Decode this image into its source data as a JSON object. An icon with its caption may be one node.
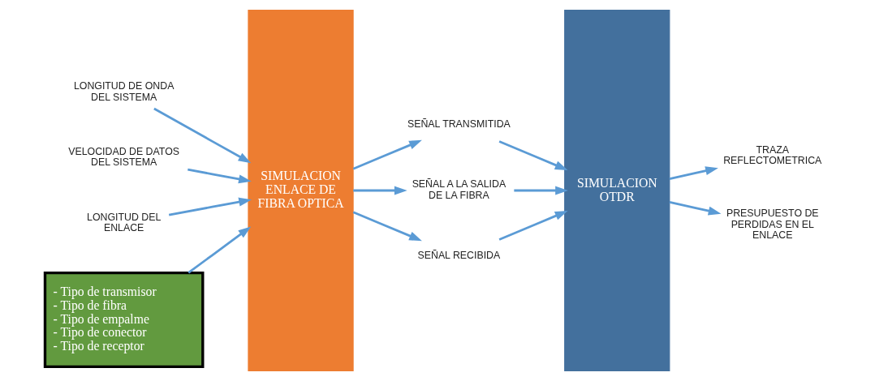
{
  "diagram": {
    "nodes": [
      {
        "text": [
          "LONGITUD DE ONDA DEL SISTEMA"
        ]
      },
      {
        "text": [
          "VELOCIDAD DE DATOS DEL SISTEMA"
        ]
      },
      {
        "text": [
          "LONGITUD DEL ENLACE"
        ]
      },
      {
        "text": [
          "- Tipo de transmisor",
          "- Tipo de fibra",
          "- Tipo de empalme",
          "- Tipo de conector",
          "- Tipo de receptor"
        ]
      },
      {
        "text": [
          "SIMULACION ENLACE DE FIBRA OPTICA"
        ]
      },
      {
        "text": [
          "SEÑAL TRANSMITIDA"
        ]
      },
      {
        "text": [
          "SEÑAL A LA SALIDA DE LA FIBRA"
        ]
      },
      {
        "text": [
          "SEÑAL RECIBIDA"
        ]
      },
      {
        "text": [
          "SIMULACION OTDR"
        ]
      },
      {
        "text": [
          "TRAZA REFLECTOMETRICA"
        ]
      },
      {
        "text": [
          "PRESUPUESTO DE PERDIDAS EN EL ENLACE"
        ]
      }
    ],
    "edges": [
      {
        "from": 0,
        "to": 4,
        "arrow": "to"
      },
      {
        "from": 1,
        "to": 4,
        "arrow": "to"
      },
      {
        "from": 2,
        "to": 4,
        "arrow": "to"
      },
      {
        "from": 3,
        "to": 4,
        "arrow": "to"
      },
      {
        "from": 4,
        "to": 5,
        "arrow": "to"
      },
      {
        "from": 4,
        "to": 6,
        "arrow": "to"
      },
      {
        "from": 4,
        "to": 7,
        "arrow": "to"
      },
      {
        "from": 5,
        "to": 8,
        "arrow": "to"
      },
      {
        "from": 6,
        "to": 8,
        "arrow": "to"
      },
      {
        "from": 7,
        "to": 8,
        "arrow": "to"
      },
      {
        "from": 8,
        "to": 9,
        "arrow": "to"
      },
      {
        "from": 8,
        "to": 10,
        "arrow": "to"
      }
    ]
  }
}
